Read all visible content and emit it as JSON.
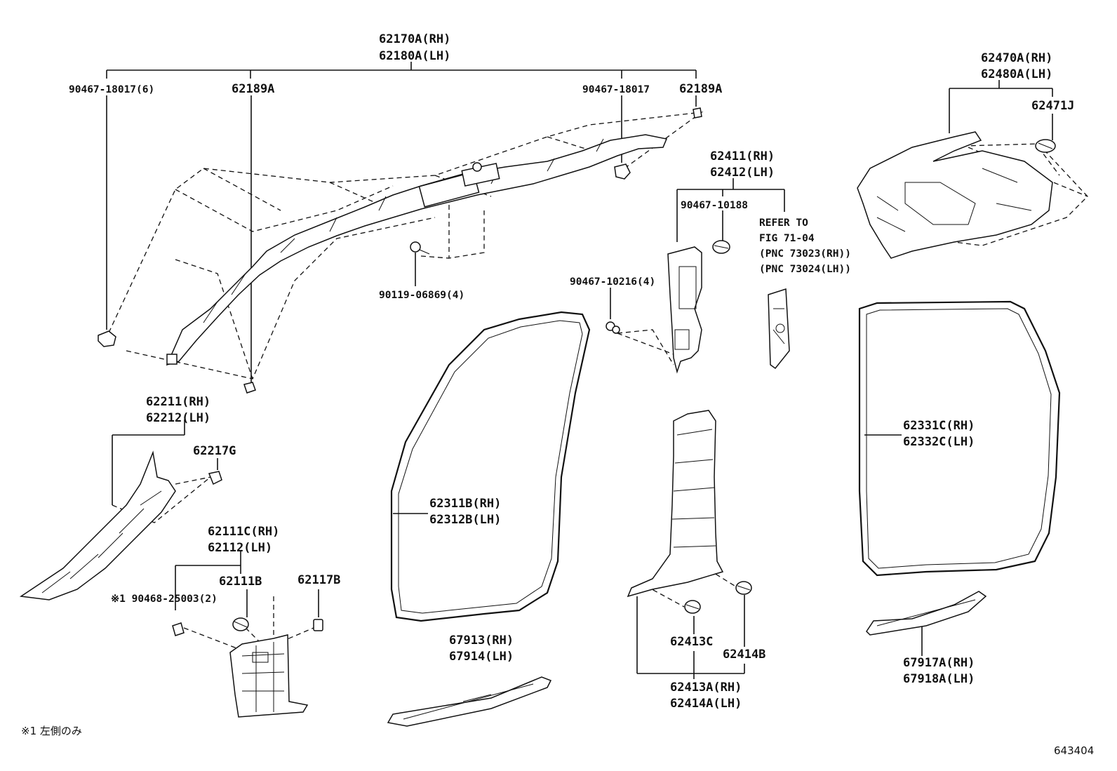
{
  "labels": {
    "p62170A": "62170A(RH)",
    "p62180A": "62180A(LH)",
    "p90467_18017_6": "90467-18017(6)",
    "p62189A_left": "62189A",
    "p90467_18017": "90467-18017",
    "p62189A_right": "62189A",
    "p90119_06869": "90119-06869(4)",
    "p62470A": "62470A(RH)",
    "p62480A": "62480A(LH)",
    "p62471J": "62471J",
    "p62411": "62411(RH)",
    "p62412": "62412(LH)",
    "p90467_10188": "90467-10188",
    "refer_1": "REFER TO",
    "refer_2": "FIG 71-04",
    "refer_3": "(PNC 73023(RH))",
    "refer_4": "(PNC 73024(LH))",
    "p90467_10216": "90467-10216(4)",
    "p62211": "62211(RH)",
    "p62212": "62212(LH)",
    "p62217G": "62217G",
    "p62111C": "62111C(RH)",
    "p62112": "62112(LH)",
    "p62111B": "62111B",
    "p62117B": "62117B",
    "p90468_25003": "※1 90468-25003(2)",
    "p62311B": "62311B(RH)",
    "p62312B": "62312B(LH)",
    "p62331C": "62331C(RH)",
    "p62332C": "62332C(LH)",
    "p67913": "67913(RH)",
    "p67914": "67914(LH)",
    "p62413C": "62413C",
    "p62414B": "62414B",
    "p62413A": "62413A(RH)",
    "p62414A": "62414A(LH)",
    "p67917A": "67917A(RH)",
    "p67918A": "67918A(LH)",
    "footnote": "※1 左側のみ",
    "figure_no": "643404"
  }
}
